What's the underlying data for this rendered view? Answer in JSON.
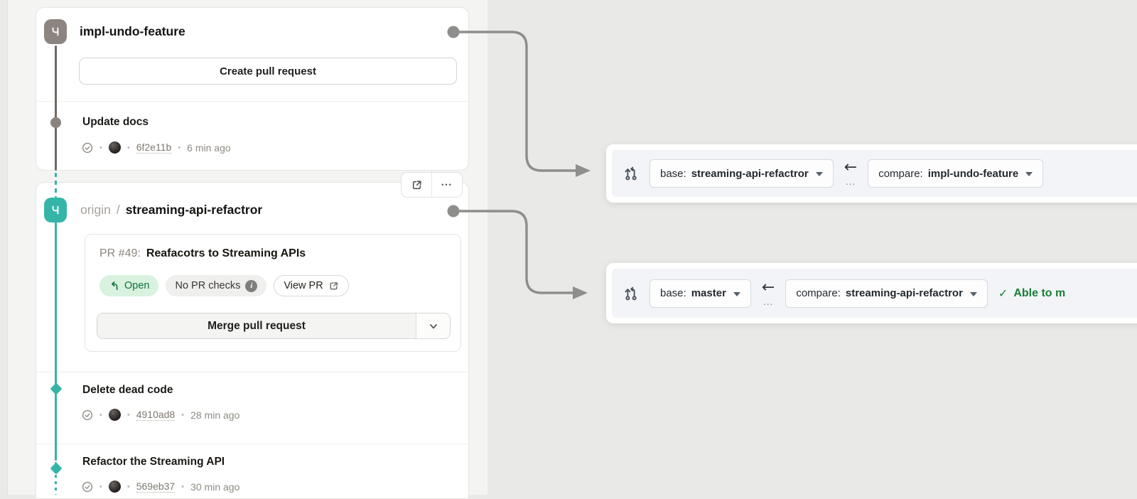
{
  "left_panel": {
    "branch_cards": [
      {
        "title": "impl-undo-feature",
        "create_pr_label": "Create pull request",
        "commits": [
          {
            "title": "Update docs",
            "hash": "6f2e11b",
            "time": "6 min ago"
          }
        ]
      },
      {
        "remote": "origin",
        "separator": "/",
        "title": "streaming-api-refactror",
        "pr": {
          "number_label": "PR #49:",
          "title": "Reafacotrs to Streaming APIs",
          "open_badge": "Open",
          "checks_badge": "No PR checks",
          "view_pr_label": "View PR",
          "merge_label": "Merge pull request"
        },
        "commits": [
          {
            "title": "Delete dead code",
            "hash": "4910ad8",
            "time": "28 min ago"
          },
          {
            "title": "Refactor the Streaming API",
            "hash": "569eb37",
            "time": "30 min ago"
          }
        ]
      }
    ]
  },
  "compare_bars": [
    {
      "base_label": "base:",
      "base_branch": "streaming-api-refactror",
      "compare_label": "compare:",
      "compare_branch": "impl-undo-feature"
    },
    {
      "base_label": "base:",
      "base_branch": "master",
      "compare_label": "compare:",
      "compare_branch": "streaming-api-refactror",
      "merge_status_icon": "✓",
      "merge_status": "Able to m"
    }
  ],
  "glyphs": {
    "separator_dot": "•",
    "ellipsis": "•••",
    "arrow_left": "←",
    "arrow_dots": "…",
    "info": "i"
  },
  "icons": {
    "branch_badge": "git-branch",
    "compare_bar": "git-compare",
    "commit_check": "check-circle",
    "external_link": "arrow-up-right-box",
    "dropdown": "chevron-down"
  },
  "colors": {
    "teal_branch": "#35b5a7",
    "taupe_branch": "#8c8480",
    "open_badge_bg": "#d8f2df",
    "open_badge_text": "#0f6f3f",
    "merge_ok_green": "#1a7f37",
    "arrow_gray": "#8e8e8c",
    "background": "#e9e9e7"
  }
}
